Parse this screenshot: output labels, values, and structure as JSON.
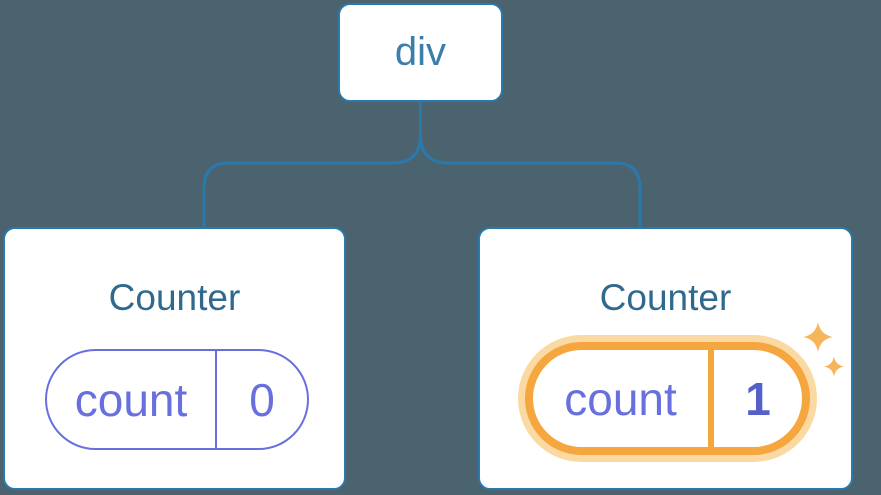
{
  "diagram": {
    "kind": "react-component-tree",
    "root_node": {
      "label": "div"
    },
    "counters": [
      {
        "title": "Counter",
        "state_key": "count",
        "state_value": "0",
        "highlighted": false
      },
      {
        "title": "Counter",
        "state_key": "count",
        "state_value": "1",
        "highlighted": true
      }
    ]
  },
  "colors": {
    "background": "#4B636E",
    "node_border_blue": "#2A79AC",
    "node_text_blue": "#3B7EAC",
    "counter_title_teal": "#2F6A8E",
    "state_indigo": "#6770DE",
    "state_value_bold_indigo": "#5561C8",
    "highlight_orange": "#F5A63F",
    "highlight_halo": "#FBD9A3",
    "sparkle_orange": "#F6B45B"
  }
}
